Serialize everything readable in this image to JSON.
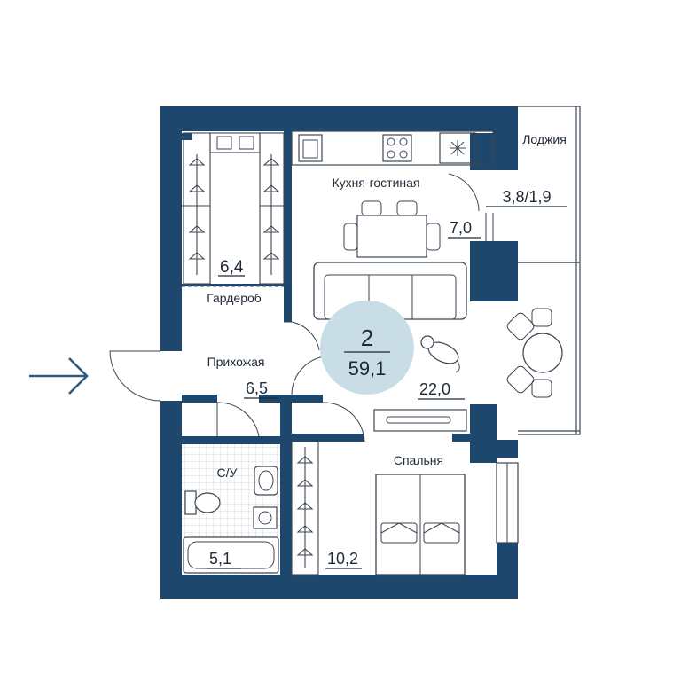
{
  "colors": {
    "wall": "#1e476d",
    "badge": "#c9dde7",
    "text": "#1f2a36",
    "arrow": "#2b5d80",
    "line": "#3c4652"
  },
  "plan": {
    "rooms_count": "2",
    "total_area": "59,1",
    "rooms": [
      {
        "name": "Гардероб",
        "area": "6,4"
      },
      {
        "name": "Кухня-гостиная",
        "area": "7,0"
      },
      {
        "name": "Лоджия",
        "area": "3,8/1,9"
      },
      {
        "name": "Прихожая",
        "area": "6,5"
      },
      {
        "name": "",
        "area": "22,0"
      },
      {
        "name": "С/У",
        "area": "5,1"
      },
      {
        "name": "",
        "area": "10,2"
      },
      {
        "name": "Спальня",
        "area": ""
      }
    ]
  },
  "icons": {
    "entrance": "arrow-right-icon",
    "pet": "cat-icon",
    "hob": "stove-icon",
    "fan": "hood-icon"
  }
}
